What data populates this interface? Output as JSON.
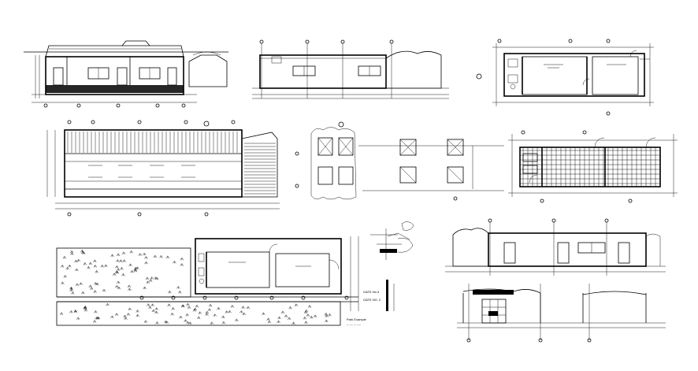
{
  "sheet": {
    "background": "#ffffff",
    "line_color": "#000000",
    "labels": {
      "gate_title": "GATE No.3",
      "gate_sub": "GATE NO. 2",
      "park_title": "Park Example",
      "park_sub": "-- --- -- ----"
    }
  },
  "views": [
    "top-left-section",
    "top-middle-elevation",
    "top-right-floor-plan",
    "middle-left-roof-plan",
    "middle-center-column-details",
    "middle-right-tiled-plan",
    "bottom-left-site-plan",
    "bottom-center-detail-sketch",
    "bottom-right-elevation",
    "bottom-right-gate-elevation"
  ]
}
